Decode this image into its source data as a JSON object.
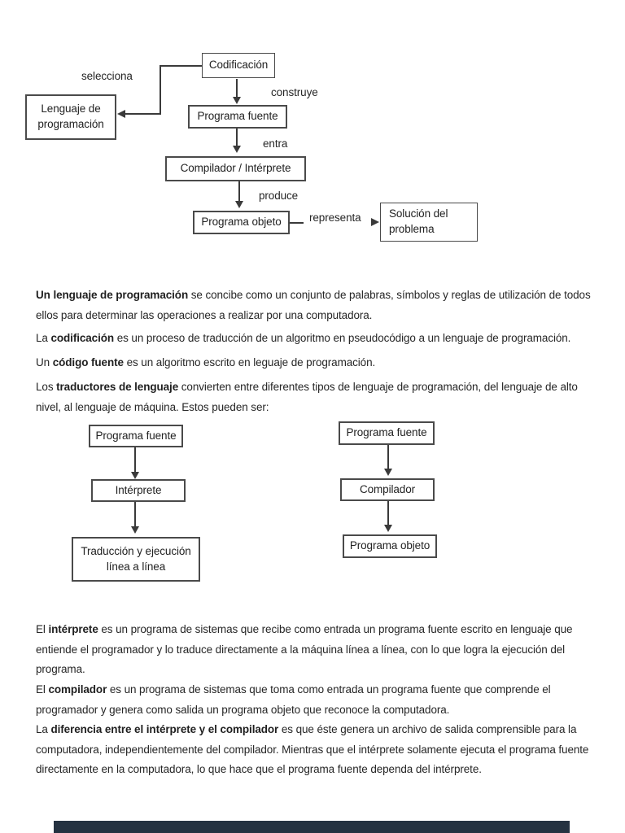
{
  "main_flowchart": {
    "nodes": {
      "codificacion": "Codificación",
      "lenguaje_line1": "Lenguaje de",
      "lenguaje_line2": "programación",
      "programa_fuente": "Programa fuente",
      "compilador_interprete": "Compilador / Intérprete",
      "programa_objeto": "Programa objeto",
      "solucion_line1": "Solución del",
      "solucion_line2": "problema"
    },
    "edge_labels": {
      "selecciona": "selecciona",
      "construye": "construye",
      "entra": "entra",
      "produce": "produce",
      "representa": "representa"
    }
  },
  "paragraphs": [
    {
      "prefix": "",
      "bold": "Un lenguaje de programación",
      "rest": " se concibe como un conjunto de palabras, símbolos y reglas de utilización de todos ellos para determinar las operaciones a realizar por una computadora."
    },
    {
      "prefix": "La ",
      "bold": "codificación",
      "rest": " es un proceso de traducción de un algoritmo en pseudocódigo a un lenguaje de programación."
    },
    {
      "prefix": "Un ",
      "bold": "código fuente",
      "rest": " es un algoritmo escrito en leguaje de programación."
    },
    {
      "prefix": "Los ",
      "bold": "traductores de lenguaje",
      "rest": " convierten entre diferentes tipos de lenguaje de programación, del lenguaje de alto nivel, al lenguaje de máquina. Estos pueden ser:"
    },
    {
      "prefix": "El ",
      "bold": "intérprete",
      "rest": " es un programa de sistemas que recibe como entrada un programa fuente escrito en lenguaje que entiende el programador y lo traduce directamente a la máquina línea a línea, con lo que logra la ejecución del programa."
    },
    {
      "prefix": "El ",
      "bold": "compilador",
      "rest": " es un programa de sistemas que toma como entrada un programa fuente que comprende el programador y genera como salida un programa objeto que reconoce la computadora."
    },
    {
      "prefix": "La ",
      "bold": "diferencia entre el intérprete y el compilador",
      "rest": " es que éste genera un archivo de salida comprensible para la computadora, independientemente del compilador. Mientras que el intérprete solamente ejecuta el programa fuente directamente en la computadora, lo que hace que el programa fuente dependa del intérprete."
    }
  ],
  "interpreter_flowchart": {
    "programa_fuente": "Programa fuente",
    "interprete": "Intérprete",
    "traduccion_line1": "Traducción y ejecución",
    "traduccion_line2": "línea a línea"
  },
  "compiler_flowchart": {
    "programa_fuente": "Programa fuente",
    "compilador": "Compilador",
    "programa_objeto": "Programa objeto"
  },
  "colors": {
    "page_background": "#ffffff",
    "box_border": "#4a4a4a",
    "connector": "#3a3a3a",
    "text": "#262626",
    "footer_bar": "#253241"
  }
}
